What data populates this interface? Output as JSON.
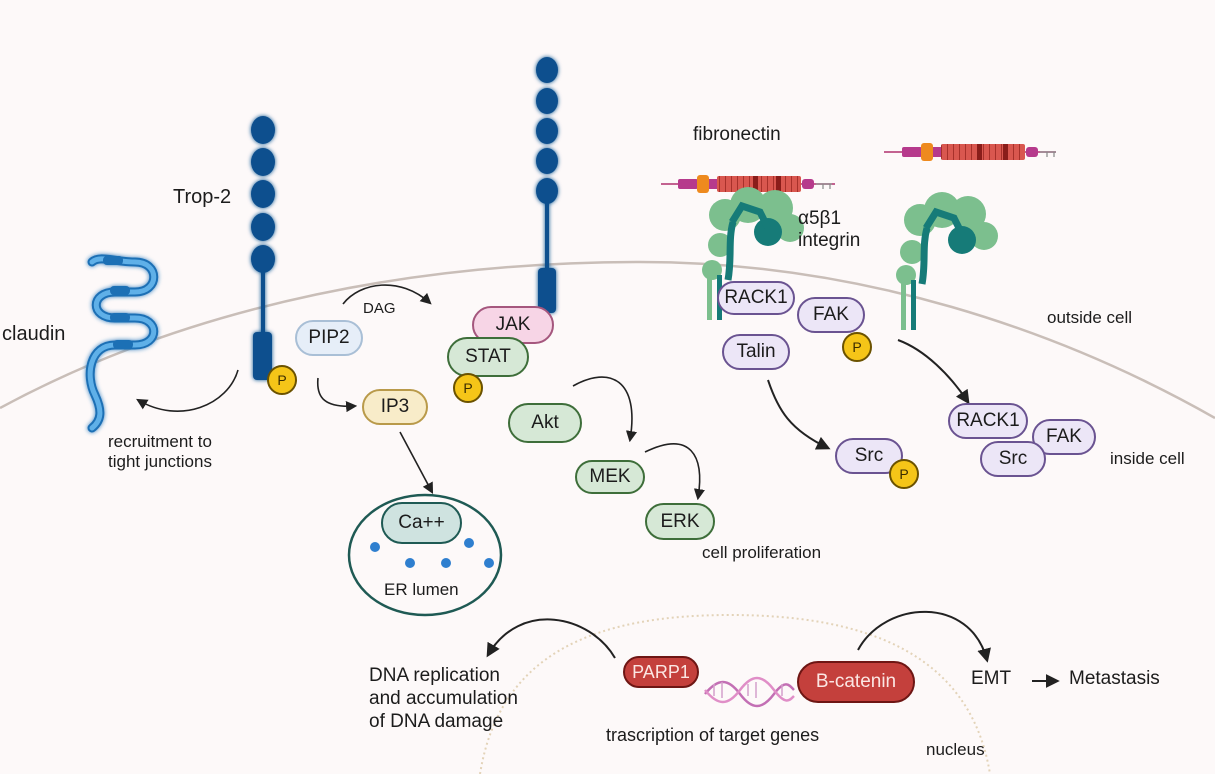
{
  "labels": {
    "trop2": "Trop-2",
    "claudin": "claudin",
    "recruitment": "recruitment to\ntight junctions",
    "dag": "DAG",
    "fibronectin": "fibronectin",
    "integrin": "α5β1\nintegrin",
    "outside_cell": "outside cell",
    "inside_cell": "inside cell",
    "er_lumen": "ER lumen",
    "cell_proliferation": "cell proliferation",
    "dna_replication": "DNA replication\nand accumulation\nof DNA damage",
    "transcription": "trascription of target genes",
    "nucleus": "nucleus",
    "emt": "EMT",
    "metastasis": "Metastasis"
  },
  "molecules": {
    "pip2": "PIP2",
    "ip3": "IP3",
    "jak": "JAK",
    "stat": "STAT",
    "akt": "Akt",
    "mek": "MEK",
    "erk": "ERK",
    "ca": "Ca++",
    "rack1_membrane": "RACK1",
    "fak_membrane": "FAK",
    "talin": "Talin",
    "src_phos": "Src",
    "rack1_complex": "RACK1",
    "fak_complex": "FAK",
    "src_complex": "Src",
    "parp1": "PARP1",
    "bcatenin": "B-catenin"
  },
  "phospho_label": "P",
  "colors": {
    "receptor_blue": "#0f4f8e",
    "claudin_blue": "#3d94d6",
    "integrin_light": "#7cbf8e",
    "integrin_dark": "#167b78",
    "phospho_yellow": "#f5c518",
    "nucleus_red": "#c4403c",
    "membrane": "#c9beb8"
  }
}
